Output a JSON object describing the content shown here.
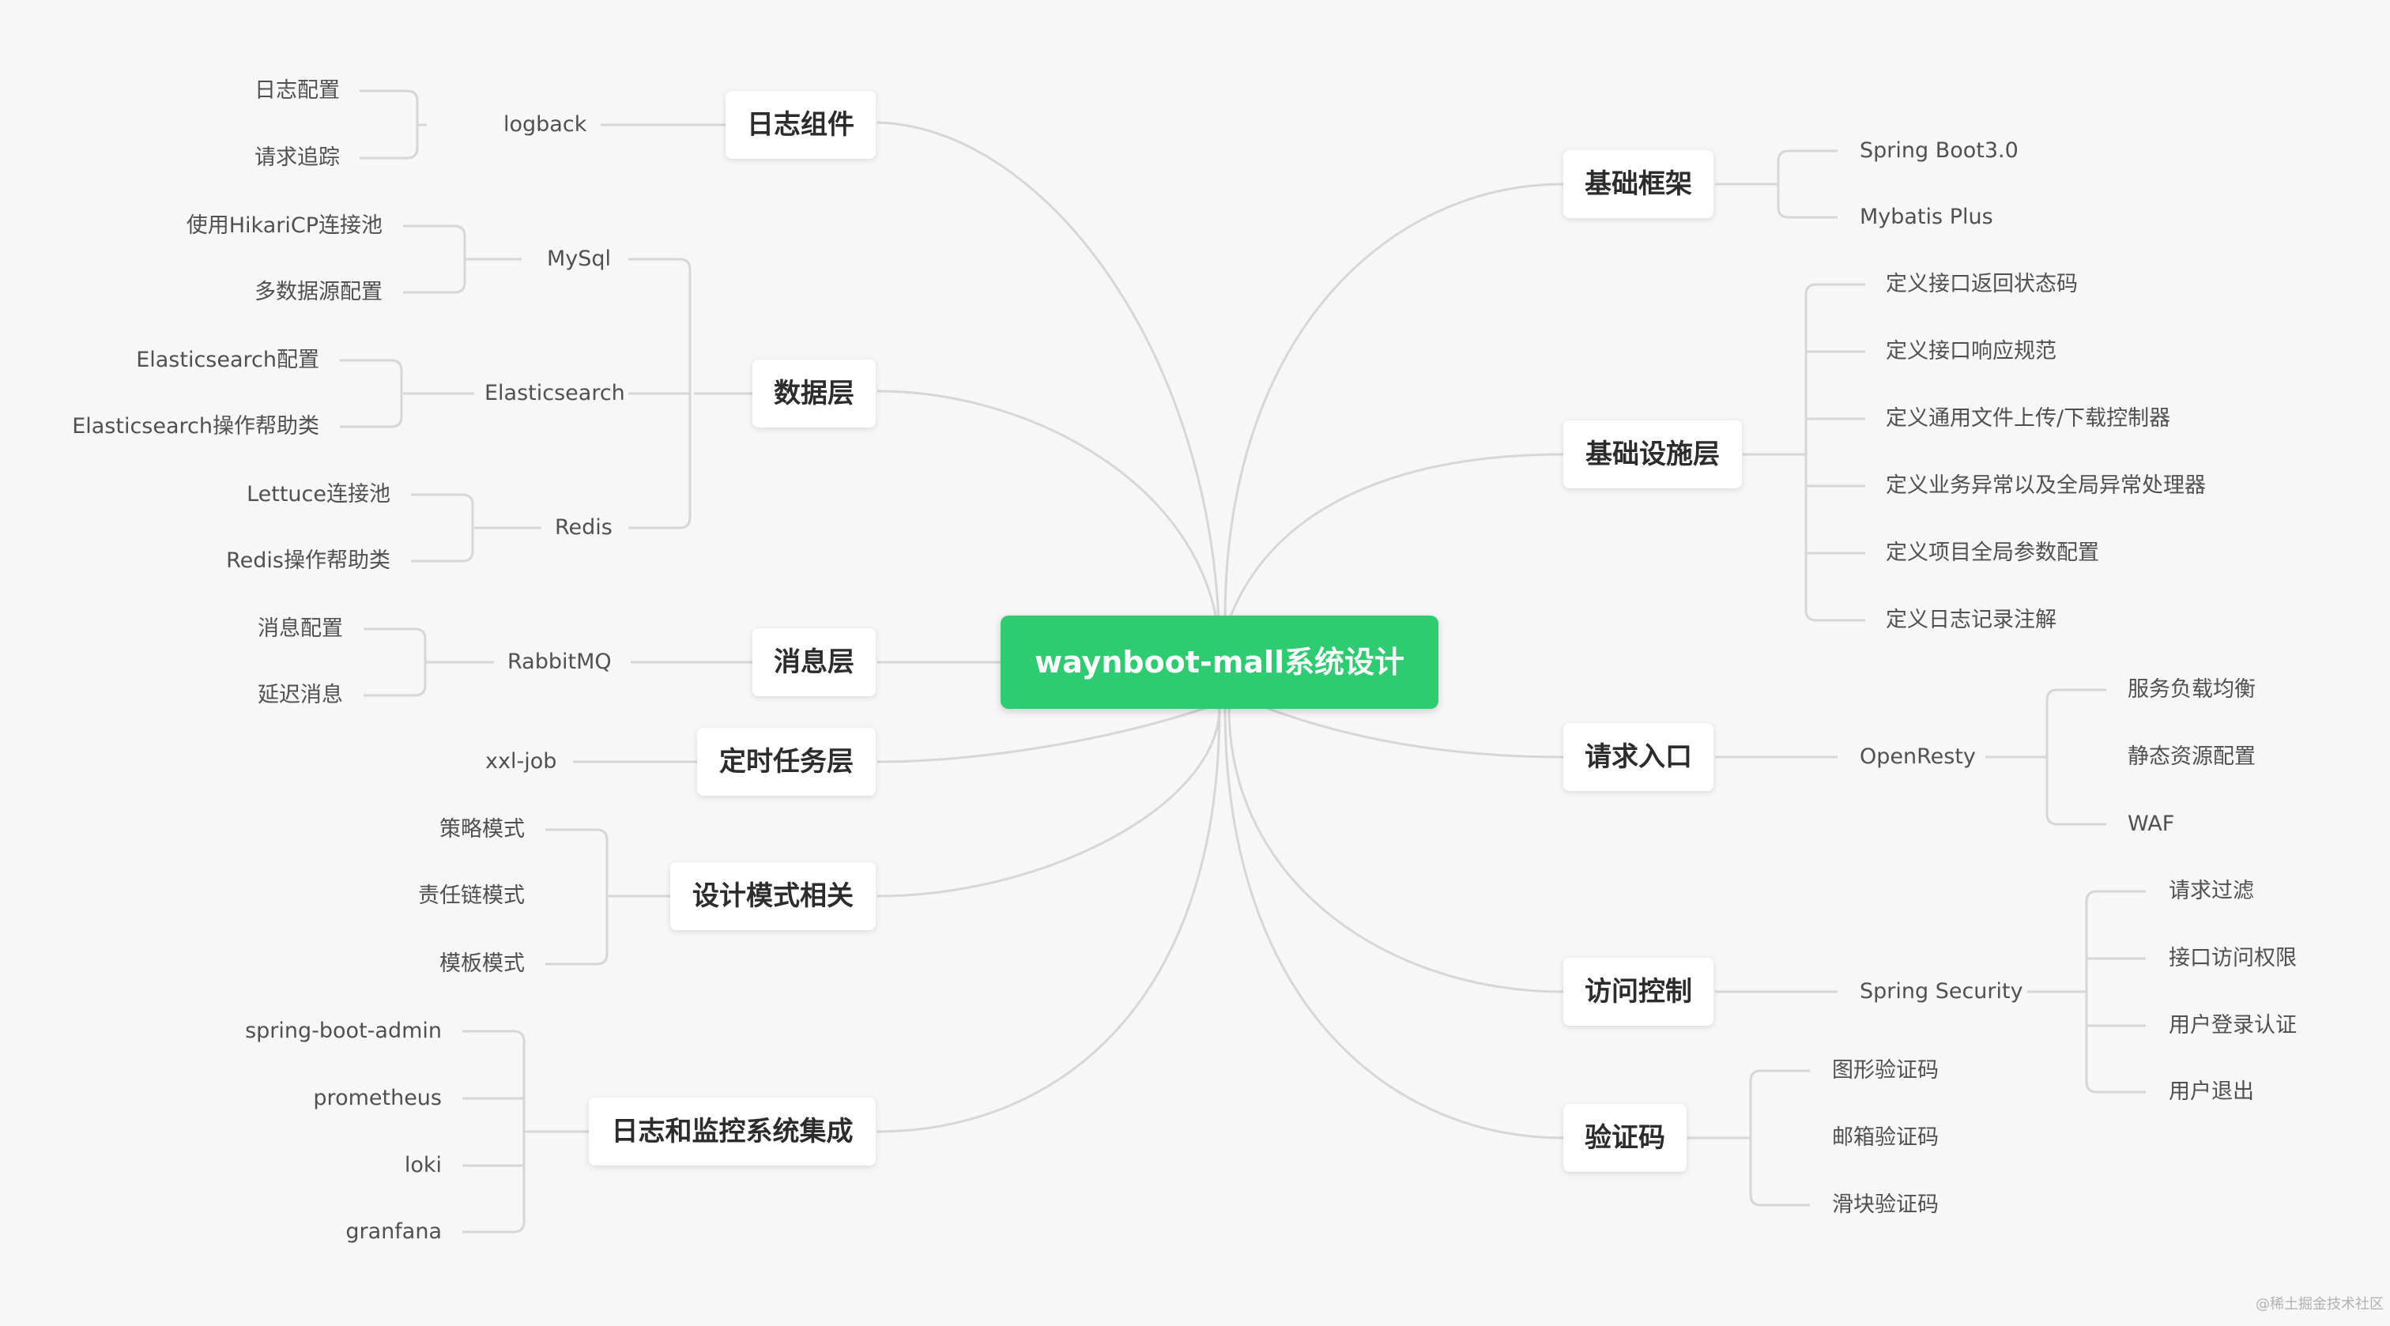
{
  "root": {
    "label": "waynboot-mall系统设计"
  },
  "branches": {
    "log": {
      "label": "日志组件",
      "sub": "logback",
      "leaves": [
        "日志配置",
        "请求追踪"
      ]
    },
    "data": {
      "label": "数据层",
      "mysql": {
        "label": "MySql",
        "leaves": [
          "使用HikariCP连接池",
          "多数据源配置"
        ]
      },
      "es": {
        "label": "Elasticsearch",
        "leaves": [
          "Elasticsearch配置",
          "Elasticsearch操作帮助类"
        ]
      },
      "redis": {
        "label": "Redis",
        "leaves": [
          "Lettuce连接池",
          "Redis操作帮助类"
        ]
      }
    },
    "mq": {
      "label": "消息层",
      "sub": "RabbitMQ",
      "leaves": [
        "消息配置",
        "延迟消息"
      ]
    },
    "job": {
      "label": "定时任务层",
      "sub": "xxl-job"
    },
    "pattern": {
      "label": "设计模式相关",
      "leaves": [
        "策略模式",
        "责任链模式",
        "模板模式"
      ]
    },
    "monitor": {
      "label": "日志和监控系统集成",
      "leaves": [
        "spring-boot-admin",
        "prometheus",
        "loki",
        "granfana"
      ]
    },
    "framework": {
      "label": "基础框架",
      "leaves": [
        "Spring Boot3.0",
        "Mybatis Plus"
      ]
    },
    "infra": {
      "label": "基础设施层",
      "leaves": [
        "定义接口返回状态码",
        "定义接口响应规范",
        "定义通用文件上传/下载控制器",
        "定义业务异常以及全局异常处理器",
        "定义项目全局参数配置",
        "定义日志记录注解"
      ]
    },
    "entry": {
      "label": "请求入口",
      "sub": "OpenResty",
      "leaves": [
        "服务负载均衡",
        "静态资源配置",
        "WAF"
      ]
    },
    "access": {
      "label": "访问控制",
      "sub": "Spring Security",
      "leaves": [
        "请求过滤",
        "接口访问权限",
        "用户登录认证",
        "用户退出"
      ]
    },
    "captcha": {
      "label": "验证码",
      "leaves": [
        "图形验证码",
        "邮箱验证码",
        "滑块验证码"
      ]
    }
  },
  "watermark": "@稀土掘金技术社区",
  "colors": {
    "root_bg": "#2ecc71",
    "line": "#d8d8d8",
    "node_bg": "#ffffff"
  }
}
